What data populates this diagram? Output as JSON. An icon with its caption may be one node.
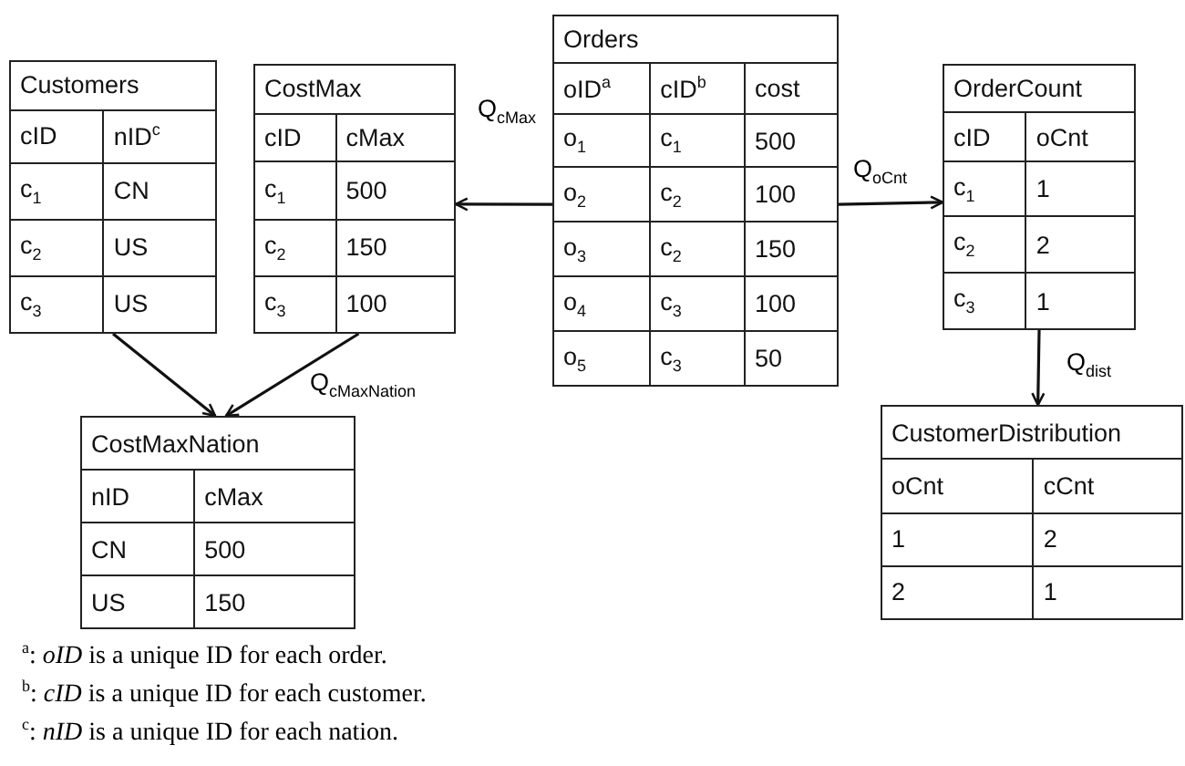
{
  "diagram": {
    "nodes": [
      {
        "text": [
          "Customers",
          "cID",
          "nID$^{c}$",
          "c$_{1}$",
          "CN",
          "c$_{2}$",
          "US",
          "c$_{3}$",
          "US"
        ]
      },
      {
        "text": [
          "CostMax",
          "cID",
          "cMax",
          "c$_{1}$",
          "500",
          "c$_{2}$",
          "150",
          "c$_{3}$",
          "100"
        ]
      },
      {
        "text": [
          "Orders",
          "oID$^{a}$",
          "cID$^{b}$",
          "cost",
          "o$_{1}$",
          "c$_{1}$",
          "500",
          "o$_{2}$",
          "c$_{2}$",
          "100",
          "o$_{3}$",
          "c$_{2}$",
          "150",
          "o$_{4}$",
          "c$_{3}$",
          "100",
          "o$_{5}$",
          "c$_{3}$",
          "50"
        ]
      },
      {
        "text": [
          "OrderCount",
          "cID",
          "oCnt",
          "c$_{1}$",
          "1",
          "c$_{2}$",
          "2",
          "c$_{3}$",
          "1"
        ]
      },
      {
        "text": [
          "CostMaxNation",
          "nID",
          "cMax",
          "CN",
          "500",
          "US",
          "150"
        ]
      },
      {
        "text": [
          "CustomerDistribution",
          "oCnt",
          "cCnt",
          "1",
          "2",
          "2",
          "1"
        ]
      }
    ],
    "edges": [
      {
        "from": 2,
        "to": 1,
        "arrow": "to",
        "label": "Q$_{cMax}$"
      },
      {
        "from": 2,
        "to": 3,
        "arrow": "to",
        "label": "Q$_{oCnt}$"
      },
      {
        "from": 0,
        "to": 4,
        "arrow": "to"
      },
      {
        "from": 1,
        "to": 4,
        "arrow": "to",
        "label": "Q$_{cMaxNation}$"
      },
      {
        "from": 3,
        "to": 5,
        "arrow": "to",
        "label": "Q$_{dist}$"
      }
    ],
    "labels": [
      "$^{a}$: *oID* is a unique ID for each order.",
      "$^{b}$: *cID* is a unique ID for each customer.",
      "$^{c}$: *nID* is a unique ID for each nation."
    ]
  }
}
